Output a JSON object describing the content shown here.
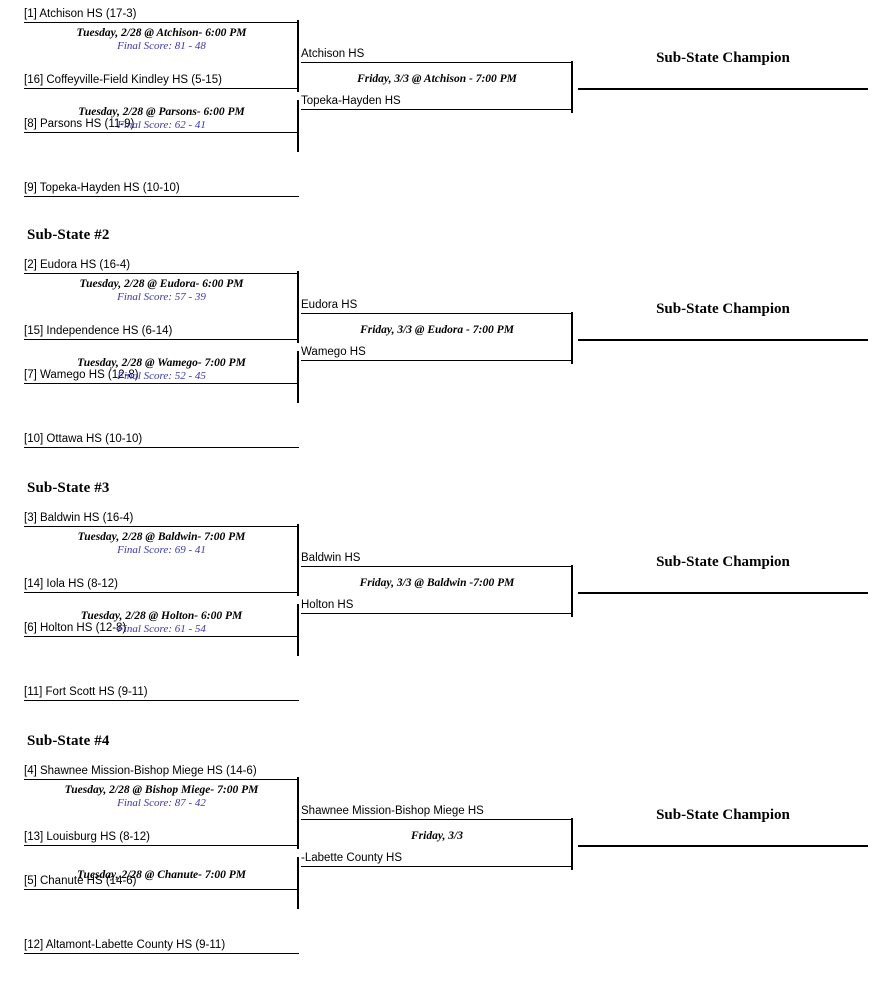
{
  "page": {
    "champion_label": "Sub-State Champion"
  },
  "regions": [
    {
      "title": "",
      "games": [
        {
          "top_team": "[1] Atchison HS   (17-3)",
          "bottom_team": "[16] Coffeyville-Field Kindley HS  (5-15)",
          "info": "Tuesday, 2/28 @ Atchison- 6:00 PM",
          "score": "Final Score: 81 - 48"
        },
        {
          "top_team": "[8] Parsons HS   (11-9)",
          "bottom_team": "[9] Topeka-Hayden HS  (10-10)",
          "info": "Tuesday, 2/28 @ Parsons- 6:00 PM",
          "score": "Final Score: 62 - 41"
        }
      ],
      "final": {
        "top_team": "Atchison HS",
        "bottom_team": "Topeka-Hayden HS",
        "info": "Friday, 3/3 @ Atchison - 7:00 PM"
      }
    },
    {
      "title": "Sub-State #2",
      "games": [
        {
          "top_team": "[2] Eudora HS   (16-4)",
          "bottom_team": "[15] Independence HS  (6-14)",
          "info": "Tuesday, 2/28 @ Eudora- 6:00 PM",
          "score": "Final Score: 57 - 39"
        },
        {
          "top_team": "[7] Wamego HS   (12-8)",
          "bottom_team": "[10] Ottawa HS  (10-10)",
          "info": "Tuesday, 2/28 @ Wamego- 7:00 PM",
          "score": "Final Score: 52 - 45"
        }
      ],
      "final": {
        "top_team": "Eudora HS",
        "bottom_team": "Wamego HS",
        "info": "Friday, 3/3 @ Eudora - 7:00 PM"
      }
    },
    {
      "title": "Sub-State #3",
      "games": [
        {
          "top_team": "[3] Baldwin HS   (16-4)",
          "bottom_team": "[14] Iola HS  (8-12)",
          "info": "Tuesday, 2/28 @ Baldwin- 7:00 PM",
          "score": "Final Score: 69 - 41"
        },
        {
          "top_team": "[6] Holton HS   (12-8)",
          "bottom_team": "[11] Fort Scott HS  (9-11)",
          "info": "Tuesday, 2/28 @ Holton- 6:00 PM",
          "score": "Final Score: 61 - 54"
        }
      ],
      "final": {
        "top_team": "Baldwin HS",
        "bottom_team": "Holton HS",
        "info": "Friday, 3/3 @ Baldwin -7:00 PM"
      }
    },
    {
      "title": "Sub-State #4",
      "games": [
        {
          "top_team": "[4] Shawnee Mission-Bishop Miege HS   (14-6)",
          "bottom_team": "[13] Louisburg HS  (8-12)",
          "info": "Tuesday, 2/28 @ Bishop Miege- 7:00 PM",
          "score": "Final Score: 87 - 42"
        },
        {
          "top_team": "[5] Chanute HS   (14-6)",
          "bottom_team": "[12] Altamont-Labette County HS  (9-11)",
          "info": "Tuesday, 2/28 @ Chanute- 7:00 PM",
          "score": ""
        }
      ],
      "final": {
        "top_team": "Shawnee Mission-Bishop Miege HS",
        "bottom_team": "-Labette County HS",
        "info": "Friday, 3/3"
      }
    }
  ]
}
